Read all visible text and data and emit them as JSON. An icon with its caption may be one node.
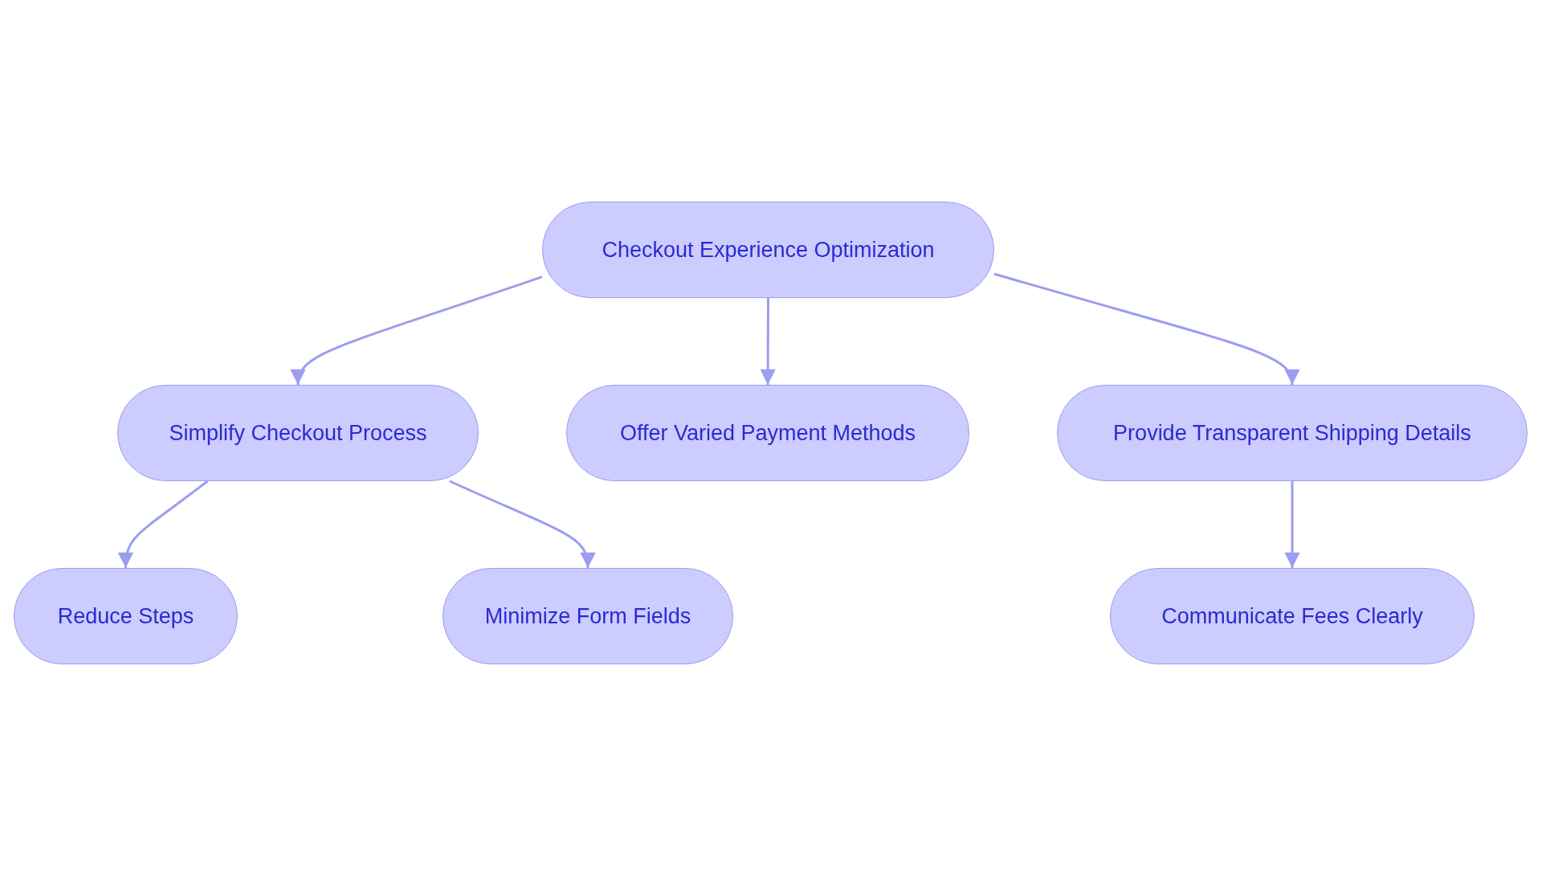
{
  "diagram": {
    "nodes": [
      {
        "text": [
          "Checkout Experience Optimization"
        ]
      },
      {
        "text": [
          "Simplify Checkout Process"
        ]
      },
      {
        "text": [
          "Offer Varied Payment Methods"
        ]
      },
      {
        "text": [
          "Provide Transparent Shipping Details"
        ]
      },
      {
        "text": [
          "Reduce Steps"
        ]
      },
      {
        "text": [
          "Minimize Form Fields"
        ]
      },
      {
        "text": [
          "Communicate Fees Clearly"
        ]
      }
    ],
    "edges": [
      {
        "from": 0,
        "to": 1,
        "arrow": "to"
      },
      {
        "from": 0,
        "to": 2,
        "arrow": "to"
      },
      {
        "from": 0,
        "to": 3,
        "arrow": "to"
      },
      {
        "from": 1,
        "to": 4,
        "arrow": "to"
      },
      {
        "from": 1,
        "to": 5,
        "arrow": "to"
      },
      {
        "from": 3,
        "to": 6,
        "arrow": "to"
      }
    ]
  }
}
